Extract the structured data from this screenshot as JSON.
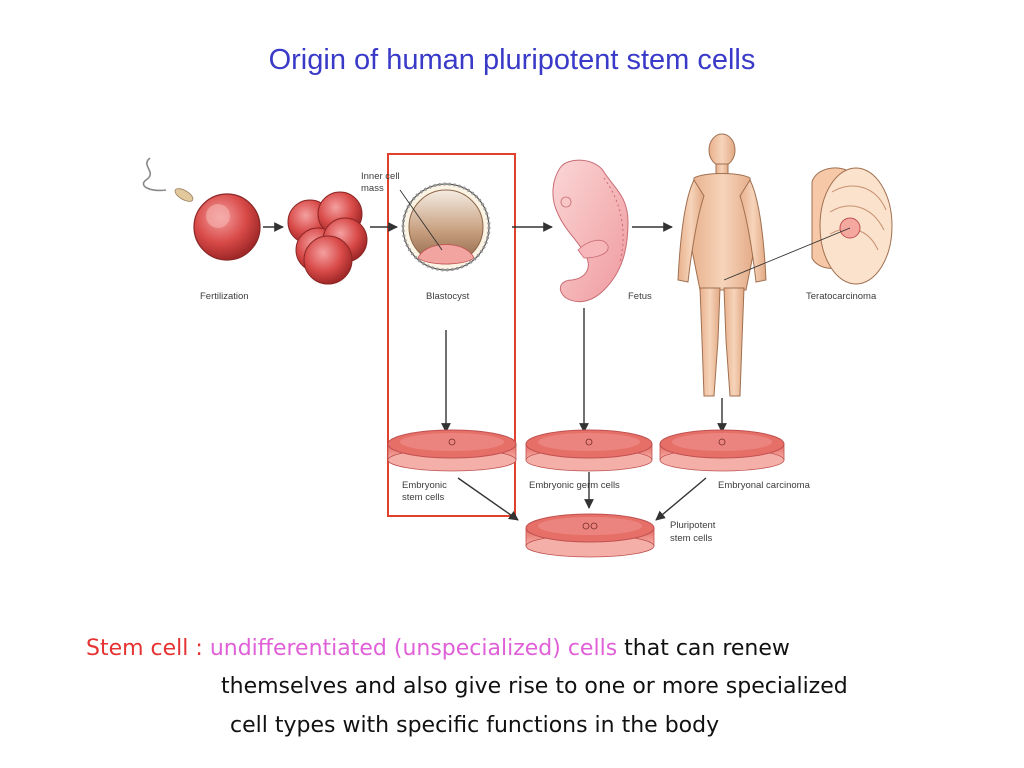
{
  "title": "Origin of human pluripotent stem cells",
  "diagram": {
    "labels": {
      "inner_cell_mass_line1": "Inner cell",
      "inner_cell_mass_line2": "mass",
      "fertilization": "Fertilization",
      "blastocyst": "Blastocyst",
      "fetus": "Fetus",
      "teratocarcinoma": "Teratocarcinoma",
      "embryonic_stem_cells_line1": "Embryonic",
      "embryonic_stem_cells_line2": "stem cells",
      "embryonic_germ_cells": "Embryonic germ cells",
      "embryonal_carcinoma": "Embryonal carcinoma",
      "pluripotent_stem_cells_line1": "Pluripotent",
      "pluripotent_stem_cells_line2": "stem cells"
    },
    "colors": {
      "highlight_box": "#e0402c",
      "cell": "#d84a48",
      "skin": "#f2c4a4",
      "embryo": "#f4a8ac",
      "dish_media": "#e67068"
    }
  },
  "definition": {
    "term": "Stem cell",
    "separator": ":",
    "highlight": "undifferentiated (unspecialized) cells",
    "line1_rest": "that can renew",
    "line2": "themselves and also give rise to one or more specialized",
    "line3": "cell types with specific functions in the body"
  }
}
